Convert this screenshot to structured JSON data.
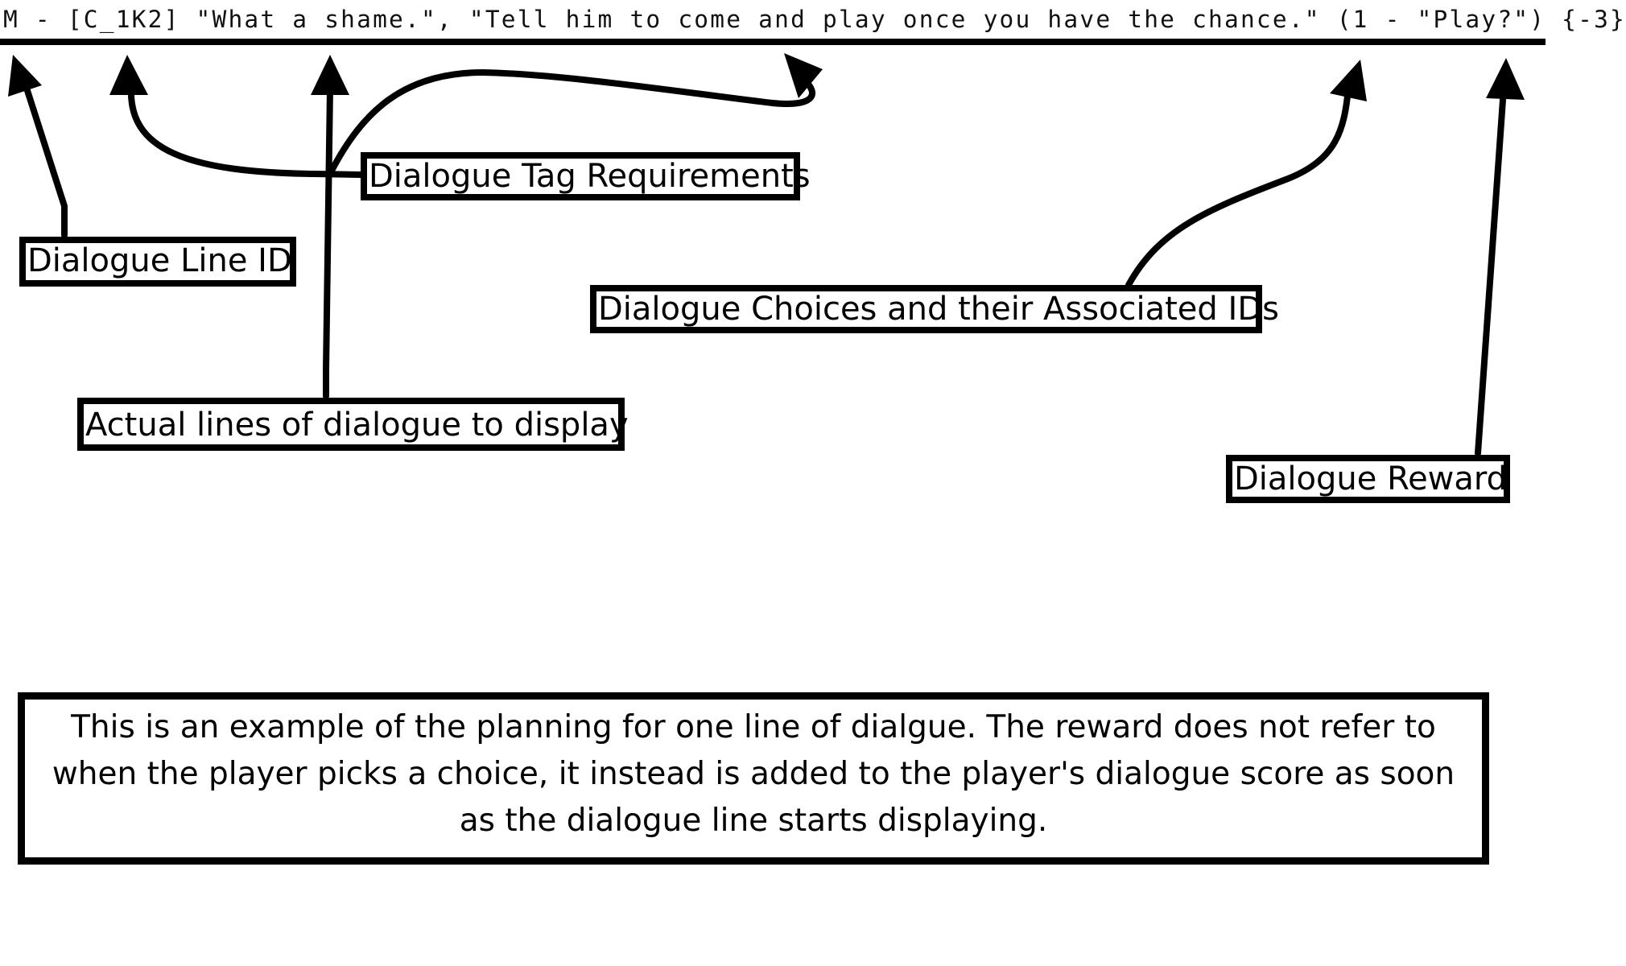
{
  "code_line": "M - [C_1K2] \"What a shame.\", \"Tell him to come and play once you have the chance.\" (1 - \"Play?\") {-3}",
  "labels": {
    "dialogue_tag_requirements": "Dialogue Tag Requirements",
    "dialogue_line_id": "Dialogue Line ID",
    "dialogue_choices": "Dialogue Choices and their Associated IDs",
    "actual_lines": "Actual lines of dialogue to display",
    "dialogue_reward": "Dialogue Reward"
  },
  "note": "This is an example of the planning for one line of dialgue. The reward does not refer to when the player picks a choice, it instead is added to the player's dialogue score as soon as the dialogue line starts displaying.",
  "colors": {
    "ink": "#000000",
    "background": "#ffffff"
  }
}
